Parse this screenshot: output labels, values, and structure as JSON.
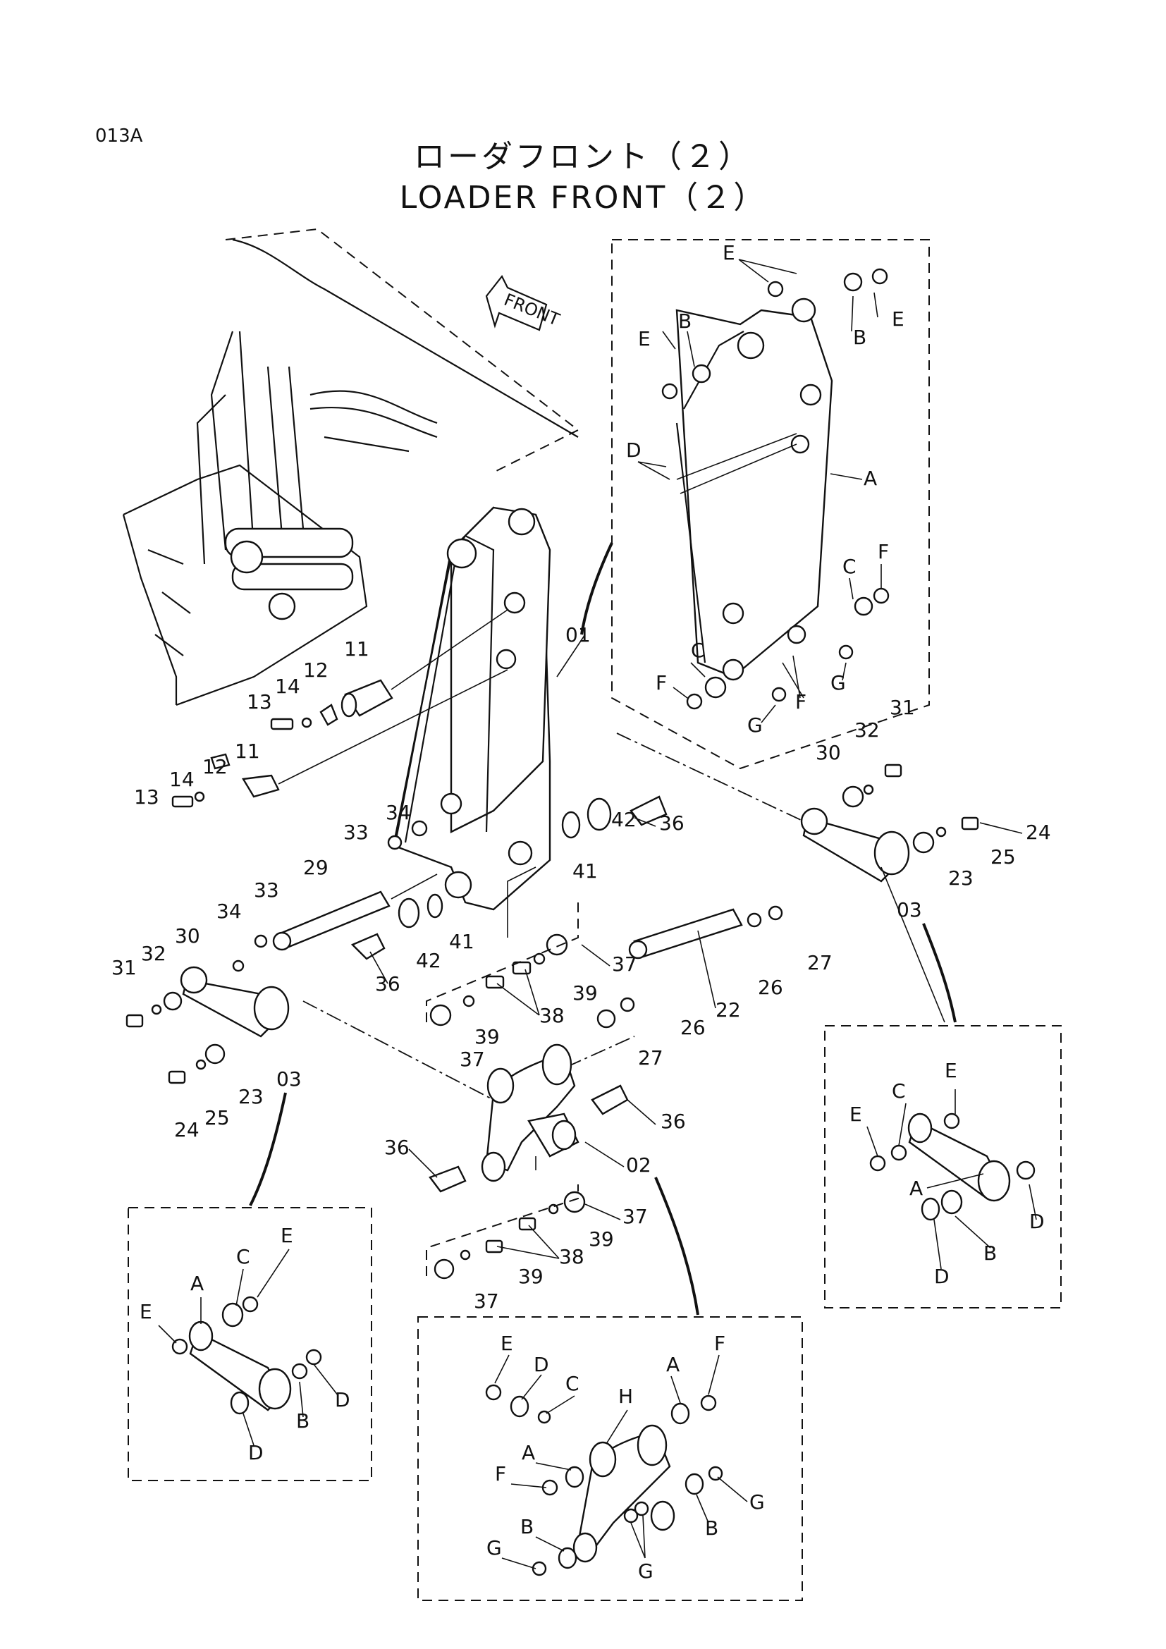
{
  "page_code": "013A",
  "title_jp": "ローダフロント（２）",
  "title_en": "LOADER FRONT（２）",
  "front_arrow_label": "FRONT",
  "labels": {
    "l01": "01",
    "l02": "02",
    "l03a": "03",
    "l03b": "03",
    "l11a": "11",
    "l11b": "11",
    "l12a": "12",
    "l12b": "12",
    "l13a": "13",
    "l13b": "13",
    "l14a": "14",
    "l14b": "14",
    "l22": "22",
    "l23a": "23",
    "l23b": "23",
    "l24a": "24",
    "l24b": "24",
    "l25a": "25",
    "l25b": "25",
    "l26a": "26",
    "l26b": "26",
    "l27a": "27",
    "l27b": "27",
    "l29": "29",
    "l30a": "30",
    "l30b": "30",
    "l31a": "31",
    "l31b": "31",
    "l32a": "32",
    "l32b": "32",
    "l33a": "33",
    "l33b": "33",
    "l34a": "34",
    "l34b": "34",
    "l36a": "36",
    "l36b": "36",
    "l36c": "36",
    "l36d": "36",
    "l37a": "37",
    "l37b": "37",
    "l37c": "37",
    "l37d": "37",
    "l38a": "38",
    "l38b": "38",
    "l39a": "39",
    "l39b": "39",
    "l39c": "39",
    "l39d": "39",
    "l41a": "41",
    "l41b": "41",
    "l42a": "42",
    "l42b": "42"
  },
  "detail_boom": {
    "A": "A",
    "B1": "B",
    "B2": "B",
    "C1": "C",
    "C2": "C",
    "D": "D",
    "E1": "E",
    "E2": "E",
    "E3": "E",
    "F1": "F",
    "F2": "F",
    "F3": "F",
    "G1": "G",
    "G2": "G"
  },
  "detail_link_right": {
    "A": "A",
    "B": "B",
    "C": "C",
    "D1": "D",
    "D2": "D",
    "E1": "E",
    "E2": "E"
  },
  "detail_link_left": {
    "A": "A",
    "B": "B",
    "C": "C",
    "D1": "D",
    "D2": "D",
    "E1": "E",
    "E2": "E"
  },
  "detail_lever": {
    "A1": "A",
    "A2": "A",
    "B1": "B",
    "B2": "B",
    "C": "C",
    "D": "D",
    "E": "E",
    "F1": "F",
    "F2": "F",
    "G1": "G",
    "G2": "G",
    "G3": "G",
    "H": "H"
  }
}
